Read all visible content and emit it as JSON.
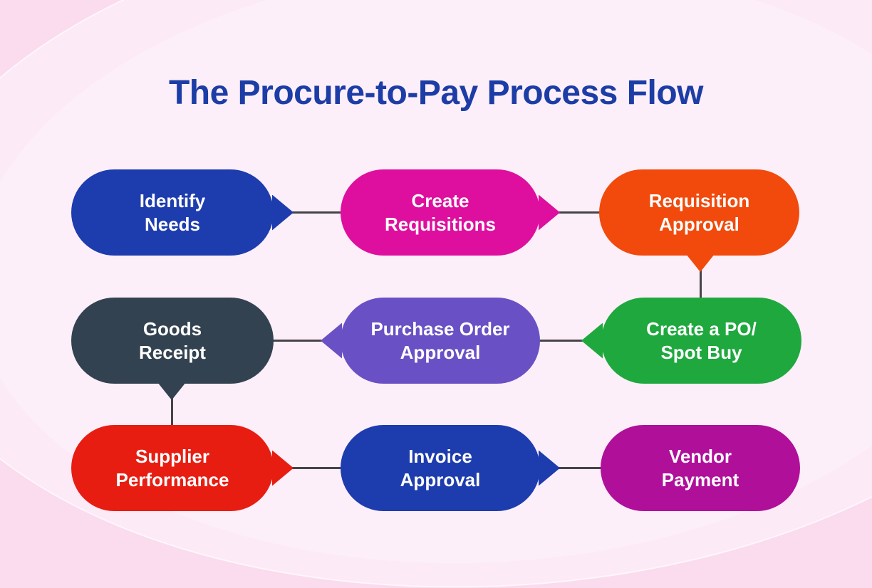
{
  "title": {
    "text": "The Procure-to-Pay Process Flow",
    "color": "#1d3da6"
  },
  "diagram": {
    "background": {
      "base": "#fadcee",
      "mid": "#fceaf6",
      "highlight": "#fdf0f9"
    },
    "connector_color": "#454545",
    "text_color": "#ffffff",
    "nodes": [
      {
        "id": "identify-needs",
        "lines": [
          "Identify",
          "Needs"
        ],
        "color": "#1d3cae",
        "tail": "right"
      },
      {
        "id": "create-requisitions",
        "lines": [
          "Create",
          "Requisitions"
        ],
        "color": "#de0f9e",
        "tail": "right"
      },
      {
        "id": "requisition-approval",
        "lines": [
          "Requisition",
          "Approval"
        ],
        "color": "#f14a0c",
        "tail": "down"
      },
      {
        "id": "goods-receipt",
        "lines": [
          "Goods",
          "Receipt"
        ],
        "color": "#334250",
        "tail": "down"
      },
      {
        "id": "purchase-order-approval",
        "lines": [
          "Purchase Order",
          "Approval"
        ],
        "color": "#6950c5",
        "tail": "left"
      },
      {
        "id": "create-a-po-spot-buy",
        "lines": [
          "Create a PO/",
          "Spot Buy"
        ],
        "color": "#1fa83e",
        "tail": "left"
      },
      {
        "id": "supplier-performance",
        "lines": [
          "Supplier",
          "Performance"
        ],
        "color": "#e81d12",
        "tail": "right"
      },
      {
        "id": "invoice-approval",
        "lines": [
          "Invoice",
          "Approval"
        ],
        "color": "#1d3cae",
        "tail": "right"
      },
      {
        "id": "vendor-payment",
        "lines": [
          "Vendor",
          "Payment"
        ],
        "color": "#b00f9a",
        "tail": "none"
      }
    ],
    "connections": [
      {
        "from": "identify-needs",
        "to": "create-requisitions"
      },
      {
        "from": "create-requisitions",
        "to": "requisition-approval"
      },
      {
        "from": "requisition-approval",
        "to": "create-a-po-spot-buy"
      },
      {
        "from": "create-a-po-spot-buy",
        "to": "purchase-order-approval"
      },
      {
        "from": "purchase-order-approval",
        "to": "goods-receipt"
      },
      {
        "from": "goods-receipt",
        "to": "supplier-performance"
      },
      {
        "from": "supplier-performance",
        "to": "invoice-approval"
      },
      {
        "from": "invoice-approval",
        "to": "vendor-payment"
      }
    ]
  }
}
